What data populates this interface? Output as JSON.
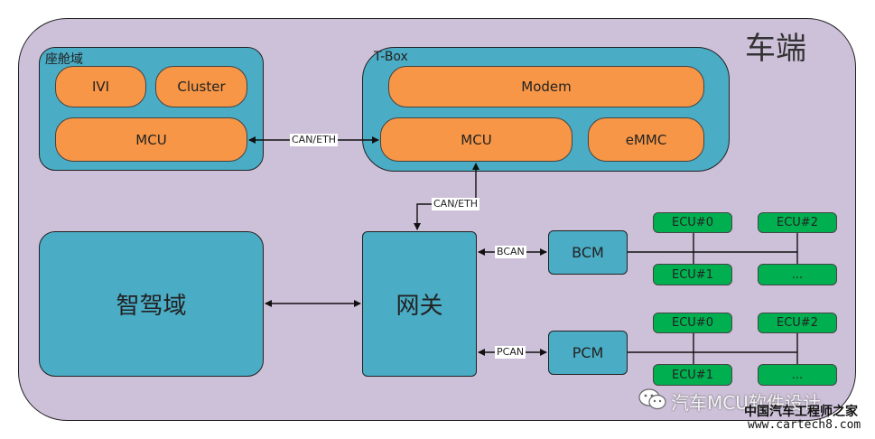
{
  "vehicle": {
    "title": "车端"
  },
  "cockpit": {
    "label": "座舱域",
    "ivi": "IVI",
    "cluster": "Cluster",
    "mcu": "MCU"
  },
  "tbox": {
    "label": "T-Box",
    "modem": "Modem",
    "mcu": "MCU",
    "emmc": "eMMC"
  },
  "links": {
    "can_eth_1": "CAN/ETH",
    "can_eth_2": "CAN/ETH",
    "bcan": "BCAN",
    "pcan": "PCAN"
  },
  "adas": {
    "label": "智驾域"
  },
  "gateway": {
    "label": "网关"
  },
  "bcm": {
    "label": "BCM",
    "ecus": [
      "ECU#0",
      "ECU#2",
      "ECU#1",
      "..."
    ]
  },
  "pcm": {
    "label": "PCM",
    "ecus": [
      "ECU#0",
      "ECU#2",
      "ECU#1",
      "..."
    ]
  },
  "watermark": {
    "text": "汽车MCU软件设计",
    "site_cn": "中国汽车工程师之家",
    "site_url": "www.cartech8.com"
  }
}
